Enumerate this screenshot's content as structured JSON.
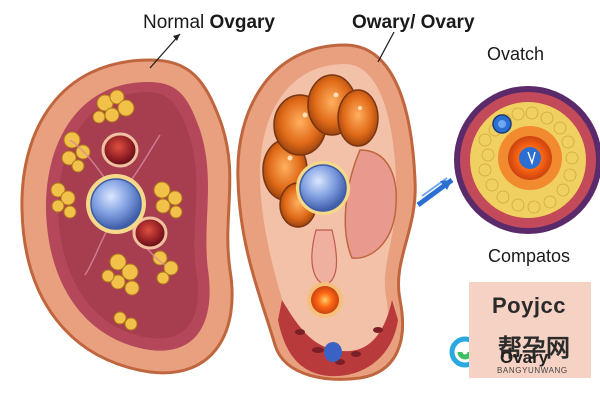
{
  "labels": {
    "normal_prefix": "Normal ",
    "normal_bold": "Ovgary",
    "owary": "Owary/ Ovary",
    "ovatch": "Ovatch",
    "compatos": "Compatos",
    "poly": "Poyjcc"
  },
  "watermark": {
    "chinese": "帮孕网",
    "overlay": "Ovary",
    "english": "BANGYUNWANG"
  },
  "colors": {
    "outer_tissue": "#e8a07f",
    "inner_tissue": "#b4485a",
    "follicle_yellow": "#f2c14a",
    "egg_blue": "#6b8ed6",
    "arrow_blue": "#2a6fd1",
    "label_box": "#f6d2c4"
  }
}
